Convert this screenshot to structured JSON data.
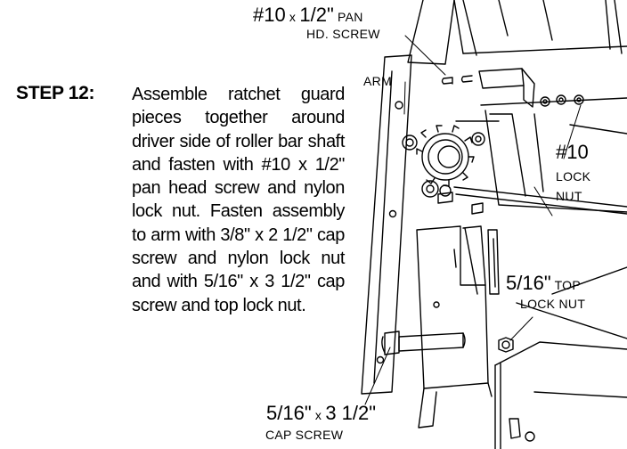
{
  "step": {
    "label": "STEP 12:",
    "text": "Assemble ratchet guard pieces together around driver side of roller bar shaft and fasten with #10 x 1/2\" pan head screw and nylon lock nut. Fasten assembly to arm with 3/8\" x 2 1/2\" cap screw and nylon lock nut and with 5/16\" x 3 1/2\" cap screw and top lock nut."
  },
  "callouts": {
    "pan_screw": {
      "size": "#10",
      "x": " x ",
      "len": "1/2\"",
      "word": " PAN",
      "line2": "HD. SCREW"
    },
    "arm": "ARM",
    "lock_nut": {
      "size": "#10",
      "line2": "LOCK",
      "line3": "NUT"
    },
    "top_nut": {
      "size": "5/16\"",
      "word": " TOP",
      "line2": "LOCK NUT"
    },
    "cap_screw": {
      "size": "5/16\"",
      "x": " x ",
      "len": "3 1/2\"",
      "line2": "CAP SCREW"
    }
  }
}
